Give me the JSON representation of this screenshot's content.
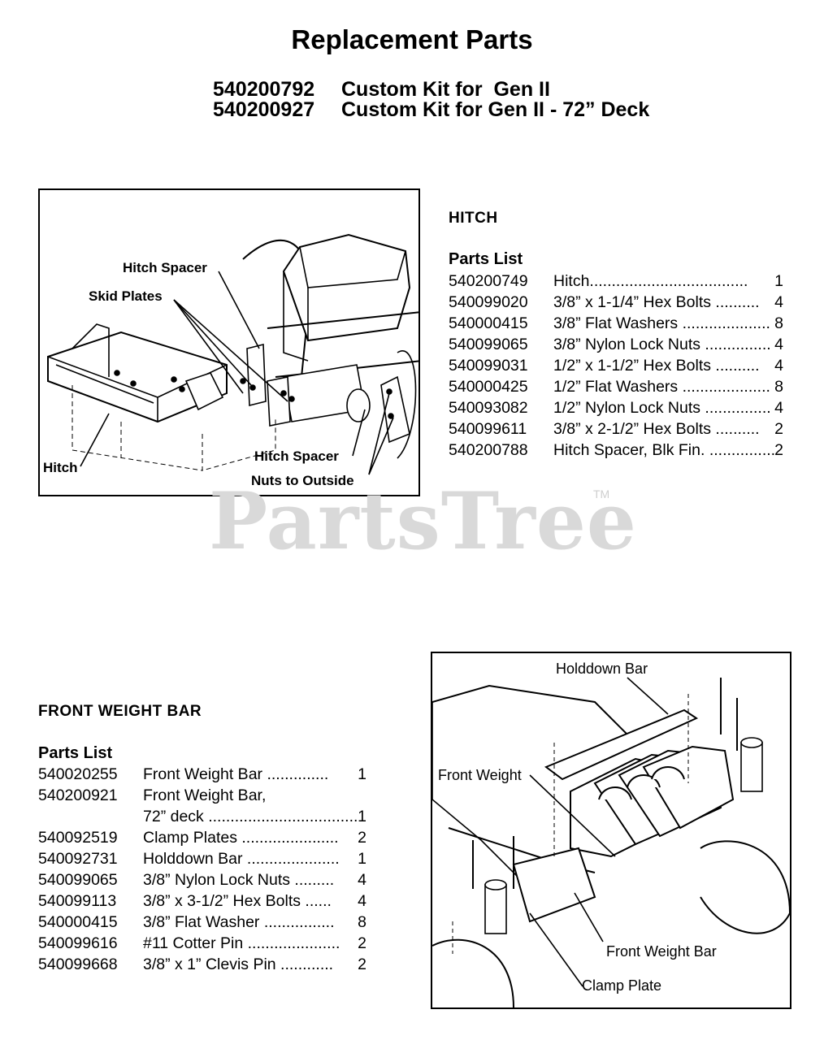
{
  "page": {
    "title": "Replacement Parts",
    "kits": [
      {
        "number": "540200792",
        "name": "Custom Kit for  Gen II"
      },
      {
        "number": "540200927",
        "name": "Custom Kit for Gen II - 72” Deck"
      }
    ]
  },
  "hitch": {
    "heading": "HITCH",
    "parts_heading": "Parts List",
    "parts": [
      {
        "number": "540200749",
        "description": "Hitch....................................",
        "qty": "1"
      },
      {
        "number": "540099020",
        "description": "3/8” x 1-1/4” Hex Bolts ..........",
        "qty": "4"
      },
      {
        "number": "540000415",
        "description": "3/8” Flat Washers ....................",
        "qty": "8"
      },
      {
        "number": "540099065",
        "description": "3/8” Nylon Lock Nuts ...............",
        "qty": "4"
      },
      {
        "number": "540099031",
        "description": "1/2” x 1-1/2” Hex Bolts ..........",
        "qty": "4"
      },
      {
        "number": "540000425",
        "description": "1/2” Flat Washers ....................",
        "qty": "8"
      },
      {
        "number": "540093082",
        "description": "1/2” Nylon Lock Nuts ...............",
        "qty": "4"
      },
      {
        "number": "540099611",
        "description": "3/8” x 2-1/2” Hex Bolts ..........",
        "qty": "2"
      },
      {
        "number": "540200788",
        "description": "Hitch Spacer, Blk Fin. ...............",
        "qty": "2"
      }
    ],
    "callouts": {
      "hitch_spacer_top": "Hitch Spacer",
      "skid_plates": "Skid Plates",
      "hitch": "Hitch",
      "hitch_spacer_bottom": "Hitch Spacer",
      "nuts_to_outside": "Nuts to Outside"
    }
  },
  "front_weight_bar": {
    "heading": "FRONT WEIGHT BAR",
    "parts_heading": "Parts List",
    "parts": [
      {
        "number": "540020255",
        "description": "Front Weight Bar ..............",
        "qty": "1"
      },
      {
        "number": "540200921",
        "description": "Front Weight Bar,",
        "qty": ""
      },
      {
        "number": "",
        "description": "72” deck ..........................................",
        "qty": "1"
      },
      {
        "number": "540092519",
        "description": "Clamp Plates ......................",
        "qty": "2"
      },
      {
        "number": "540092731",
        "description": "Holddown Bar .....................",
        "qty": "1"
      },
      {
        "number": "540099065",
        "description": "3/8” Nylon Lock Nuts .........",
        "qty": "4"
      },
      {
        "number": "540099113",
        "description": "3/8” x 3-1/2” Hex Bolts ......",
        "qty": "4"
      },
      {
        "number": "540000415",
        "description": "3/8” Flat Washer ................",
        "qty": "8"
      },
      {
        "number": "540099616",
        "description": "#11 Cotter Pin .....................",
        "qty": "2"
      },
      {
        "number": "540099668",
        "description": "3/8” x 1” Clevis Pin ............",
        "qty": "2"
      }
    ],
    "callouts": {
      "holddown_bar": "Holddown Bar",
      "front_weight": "Front Weight",
      "front_weight_bar": "Front Weight Bar",
      "clamp_plate": "Clamp Plate"
    }
  },
  "watermark": {
    "text": "PartsTree",
    "tm": "TM"
  }
}
